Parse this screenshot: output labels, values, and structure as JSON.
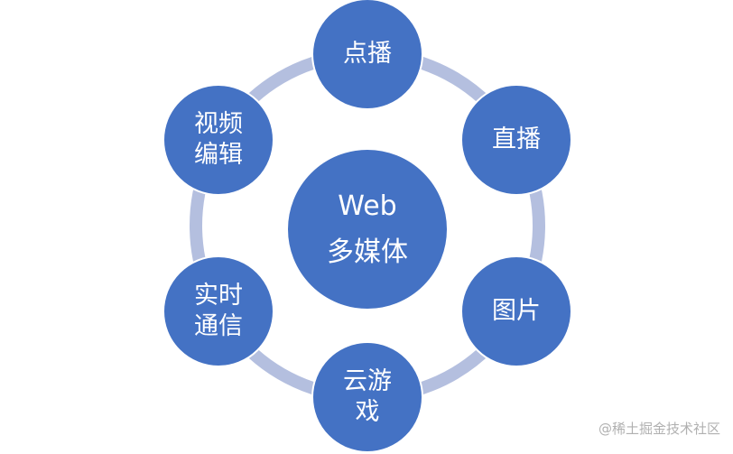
{
  "colors": {
    "node": "#4472c4",
    "ring": "#b4bfdf"
  },
  "center": {
    "line1": "Web",
    "line2": "多媒体"
  },
  "nodes": [
    {
      "lines": [
        "点播"
      ]
    },
    {
      "lines": [
        "直播"
      ]
    },
    {
      "lines": [
        "图片"
      ]
    },
    {
      "lines": [
        "云游",
        "戏"
      ]
    },
    {
      "lines": [
        "实时",
        "通信"
      ]
    },
    {
      "lines": [
        "视频",
        "编辑"
      ]
    }
  ],
  "watermark": "@稀土掘金技术社区"
}
